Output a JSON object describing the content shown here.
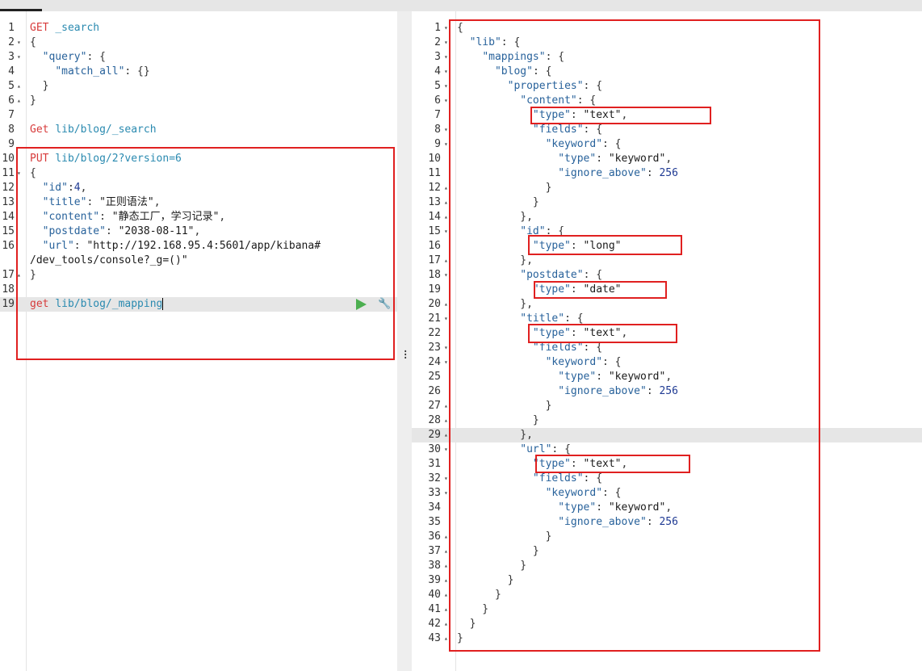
{
  "left_editor": {
    "lines": [
      {
        "n": "1",
        "fold": "",
        "parts": [
          [
            "method",
            "GET "
          ],
          [
            "url",
            "_search"
          ]
        ]
      },
      {
        "n": "2",
        "fold": "▾",
        "parts": [
          [
            "punc",
            "{"
          ]
        ]
      },
      {
        "n": "3",
        "fold": "▾",
        "parts": [
          [
            "punc",
            "  "
          ],
          [
            "key",
            "\"query\""
          ],
          [
            "punc",
            ": {"
          ]
        ]
      },
      {
        "n": "4",
        "fold": "",
        "parts": [
          [
            "punc",
            "    "
          ],
          [
            "key",
            "\"match_all\""
          ],
          [
            "punc",
            ": {}"
          ]
        ]
      },
      {
        "n": "5",
        "fold": "▴",
        "parts": [
          [
            "punc",
            "  }"
          ]
        ]
      },
      {
        "n": "6",
        "fold": "▴",
        "parts": [
          [
            "punc",
            "}"
          ]
        ]
      },
      {
        "n": "7",
        "fold": "",
        "parts": []
      },
      {
        "n": "8",
        "fold": "",
        "parts": [
          [
            "method",
            "Get "
          ],
          [
            "url",
            "lib/blog/_search"
          ]
        ]
      },
      {
        "n": "9",
        "fold": "",
        "parts": []
      },
      {
        "n": "10",
        "fold": "",
        "parts": [
          [
            "method",
            "PUT "
          ],
          [
            "url",
            "lib/blog/2?version=6"
          ]
        ]
      },
      {
        "n": "11",
        "fold": "▾",
        "parts": [
          [
            "punc",
            "{"
          ]
        ]
      },
      {
        "n": "12",
        "fold": "",
        "parts": [
          [
            "punc",
            "  "
          ],
          [
            "key",
            "\"id\""
          ],
          [
            "punc",
            ":"
          ],
          [
            "num",
            "4"
          ],
          [
            "punc",
            ","
          ]
        ]
      },
      {
        "n": "13",
        "fold": "",
        "parts": [
          [
            "punc",
            "  "
          ],
          [
            "key",
            "\"title\""
          ],
          [
            "punc",
            ": "
          ],
          [
            "str",
            "\"正则语法\""
          ],
          [
            "punc",
            ","
          ]
        ]
      },
      {
        "n": "14",
        "fold": "",
        "parts": [
          [
            "punc",
            "  "
          ],
          [
            "key",
            "\"content\""
          ],
          [
            "punc",
            ": "
          ],
          [
            "str",
            "\"静态工厂，学习记录\""
          ],
          [
            "punc",
            ","
          ]
        ]
      },
      {
        "n": "15",
        "fold": "",
        "parts": [
          [
            "punc",
            "  "
          ],
          [
            "key",
            "\"postdate\""
          ],
          [
            "punc",
            ": "
          ],
          [
            "str",
            "\"2038-08-11\""
          ],
          [
            "punc",
            ","
          ]
        ]
      },
      {
        "n": "16",
        "fold": "",
        "tall": true,
        "parts": [
          [
            "punc",
            "  "
          ],
          [
            "key",
            "\"url\""
          ],
          [
            "punc",
            ": "
          ],
          [
            "str",
            "\"http://192.168.95.4:5601/app/kibana#\n/dev_tools/console?_g=()\""
          ]
        ]
      },
      {
        "n": "17",
        "fold": "▴",
        "parts": [
          [
            "punc",
            "}"
          ]
        ]
      },
      {
        "n": "18",
        "fold": "",
        "parts": []
      },
      {
        "n": "19",
        "fold": "",
        "active": true,
        "parts": [
          [
            "method",
            "get "
          ],
          [
            "url",
            "lib/blog/_mapping"
          ]
        ]
      }
    ]
  },
  "right_editor": {
    "lines": [
      {
        "n": "1",
        "fold": "▾",
        "parts": [
          [
            "punc",
            "{"
          ]
        ]
      },
      {
        "n": "2",
        "fold": "▾",
        "parts": [
          [
            "punc",
            "  "
          ],
          [
            "key",
            "\"lib\""
          ],
          [
            "punc",
            ": {"
          ]
        ]
      },
      {
        "n": "3",
        "fold": "▾",
        "parts": [
          [
            "punc",
            "    "
          ],
          [
            "key",
            "\"mappings\""
          ],
          [
            "punc",
            ": {"
          ]
        ]
      },
      {
        "n": "4",
        "fold": "▾",
        "parts": [
          [
            "punc",
            "      "
          ],
          [
            "key",
            "\"blog\""
          ],
          [
            "punc",
            ": {"
          ]
        ]
      },
      {
        "n": "5",
        "fold": "▾",
        "parts": [
          [
            "punc",
            "        "
          ],
          [
            "key",
            "\"properties\""
          ],
          [
            "punc",
            ": {"
          ]
        ]
      },
      {
        "n": "6",
        "fold": "▾",
        "parts": [
          [
            "punc",
            "          "
          ],
          [
            "key",
            "\"content\""
          ],
          [
            "punc",
            ": {"
          ]
        ]
      },
      {
        "n": "7",
        "fold": "",
        "parts": [
          [
            "punc",
            "            "
          ],
          [
            "key",
            "\"type\""
          ],
          [
            "punc",
            ": "
          ],
          [
            "str",
            "\"text\""
          ],
          [
            "punc",
            ","
          ]
        ]
      },
      {
        "n": "8",
        "fold": "▾",
        "parts": [
          [
            "punc",
            "            "
          ],
          [
            "key",
            "\"fields\""
          ],
          [
            "punc",
            ": {"
          ]
        ]
      },
      {
        "n": "9",
        "fold": "▾",
        "parts": [
          [
            "punc",
            "              "
          ],
          [
            "key",
            "\"keyword\""
          ],
          [
            "punc",
            ": {"
          ]
        ]
      },
      {
        "n": "10",
        "fold": "",
        "parts": [
          [
            "punc",
            "                "
          ],
          [
            "key",
            "\"type\""
          ],
          [
            "punc",
            ": "
          ],
          [
            "str",
            "\"keyword\""
          ],
          [
            "punc",
            ","
          ]
        ]
      },
      {
        "n": "11",
        "fold": "",
        "parts": [
          [
            "punc",
            "                "
          ],
          [
            "key",
            "\"ignore_above\""
          ],
          [
            "punc",
            ": "
          ],
          [
            "num",
            "256"
          ]
        ]
      },
      {
        "n": "12",
        "fold": "▴",
        "parts": [
          [
            "punc",
            "              }"
          ]
        ]
      },
      {
        "n": "13",
        "fold": "▴",
        "parts": [
          [
            "punc",
            "            }"
          ]
        ]
      },
      {
        "n": "14",
        "fold": "▴",
        "parts": [
          [
            "punc",
            "          },"
          ]
        ]
      },
      {
        "n": "15",
        "fold": "▾",
        "parts": [
          [
            "punc",
            "          "
          ],
          [
            "key",
            "\"id\""
          ],
          [
            "punc",
            ": {"
          ]
        ]
      },
      {
        "n": "16",
        "fold": "",
        "parts": [
          [
            "punc",
            "            "
          ],
          [
            "key",
            "\"type\""
          ],
          [
            "punc",
            ": "
          ],
          [
            "str",
            "\"long\""
          ]
        ]
      },
      {
        "n": "17",
        "fold": "▴",
        "parts": [
          [
            "punc",
            "          },"
          ]
        ]
      },
      {
        "n": "18",
        "fold": "▾",
        "parts": [
          [
            "punc",
            "          "
          ],
          [
            "key",
            "\"postdate\""
          ],
          [
            "punc",
            ": {"
          ]
        ]
      },
      {
        "n": "19",
        "fold": "",
        "parts": [
          [
            "punc",
            "            "
          ],
          [
            "key",
            "\"type\""
          ],
          [
            "punc",
            ": "
          ],
          [
            "str",
            "\"date\""
          ]
        ]
      },
      {
        "n": "20",
        "fold": "▴",
        "parts": [
          [
            "punc",
            "          },"
          ]
        ]
      },
      {
        "n": "21",
        "fold": "▾",
        "parts": [
          [
            "punc",
            "          "
          ],
          [
            "key",
            "\"title\""
          ],
          [
            "punc",
            ": {"
          ]
        ]
      },
      {
        "n": "22",
        "fold": "",
        "parts": [
          [
            "punc",
            "            "
          ],
          [
            "key",
            "\"type\""
          ],
          [
            "punc",
            ": "
          ],
          [
            "str",
            "\"text\""
          ],
          [
            "punc",
            ","
          ]
        ]
      },
      {
        "n": "23",
        "fold": "▾",
        "parts": [
          [
            "punc",
            "            "
          ],
          [
            "key",
            "\"fields\""
          ],
          [
            "punc",
            ": {"
          ]
        ]
      },
      {
        "n": "24",
        "fold": "▾",
        "parts": [
          [
            "punc",
            "              "
          ],
          [
            "key",
            "\"keyword\""
          ],
          [
            "punc",
            ": {"
          ]
        ]
      },
      {
        "n": "25",
        "fold": "",
        "parts": [
          [
            "punc",
            "                "
          ],
          [
            "key",
            "\"type\""
          ],
          [
            "punc",
            ": "
          ],
          [
            "str",
            "\"keyword\""
          ],
          [
            "punc",
            ","
          ]
        ]
      },
      {
        "n": "26",
        "fold": "",
        "parts": [
          [
            "punc",
            "                "
          ],
          [
            "key",
            "\"ignore_above\""
          ],
          [
            "punc",
            ": "
          ],
          [
            "num",
            "256"
          ]
        ]
      },
      {
        "n": "27",
        "fold": "▴",
        "parts": [
          [
            "punc",
            "              }"
          ]
        ]
      },
      {
        "n": "28",
        "fold": "▴",
        "parts": [
          [
            "punc",
            "            }"
          ]
        ]
      },
      {
        "n": "29",
        "fold": "▴",
        "active": true,
        "parts": [
          [
            "punc",
            "          },"
          ]
        ]
      },
      {
        "n": "30",
        "fold": "▾",
        "parts": [
          [
            "punc",
            "          "
          ],
          [
            "key",
            "\"url\""
          ],
          [
            "punc",
            ": {"
          ]
        ]
      },
      {
        "n": "31",
        "fold": "",
        "parts": [
          [
            "punc",
            "            "
          ],
          [
            "key",
            "\"type\""
          ],
          [
            "punc",
            ": "
          ],
          [
            "str",
            "\"text\""
          ],
          [
            "punc",
            ","
          ]
        ]
      },
      {
        "n": "32",
        "fold": "▾",
        "parts": [
          [
            "punc",
            "            "
          ],
          [
            "key",
            "\"fields\""
          ],
          [
            "punc",
            ": {"
          ]
        ]
      },
      {
        "n": "33",
        "fold": "▾",
        "parts": [
          [
            "punc",
            "              "
          ],
          [
            "key",
            "\"keyword\""
          ],
          [
            "punc",
            ": {"
          ]
        ]
      },
      {
        "n": "34",
        "fold": "",
        "parts": [
          [
            "punc",
            "                "
          ],
          [
            "key",
            "\"type\""
          ],
          [
            "punc",
            ": "
          ],
          [
            "str",
            "\"keyword\""
          ],
          [
            "punc",
            ","
          ]
        ]
      },
      {
        "n": "35",
        "fold": "",
        "parts": [
          [
            "punc",
            "                "
          ],
          [
            "key",
            "\"ignore_above\""
          ],
          [
            "punc",
            ": "
          ],
          [
            "num",
            "256"
          ]
        ]
      },
      {
        "n": "36",
        "fold": "▴",
        "parts": [
          [
            "punc",
            "              }"
          ]
        ]
      },
      {
        "n": "37",
        "fold": "▴",
        "parts": [
          [
            "punc",
            "            }"
          ]
        ]
      },
      {
        "n": "38",
        "fold": "▴",
        "parts": [
          [
            "punc",
            "          }"
          ]
        ]
      },
      {
        "n": "39",
        "fold": "▴",
        "parts": [
          [
            "punc",
            "        }"
          ]
        ]
      },
      {
        "n": "40",
        "fold": "▴",
        "parts": [
          [
            "punc",
            "      }"
          ]
        ]
      },
      {
        "n": "41",
        "fold": "▴",
        "parts": [
          [
            "punc",
            "    }"
          ]
        ]
      },
      {
        "n": "42",
        "fold": "▴",
        "parts": [
          [
            "punc",
            "  }"
          ]
        ]
      },
      {
        "n": "43",
        "fold": "▴",
        "parts": [
          [
            "punc",
            "}"
          ]
        ]
      }
    ]
  },
  "colors": {
    "method": "#d73a3a",
    "url": "#2a8ab0",
    "key": "#28629b",
    "highlight_border": "#e02020",
    "play_icon": "#4caf50"
  },
  "icons": {
    "run": "play-icon",
    "settings": "wrench-icon",
    "splitter": "drag-handle-icon"
  }
}
